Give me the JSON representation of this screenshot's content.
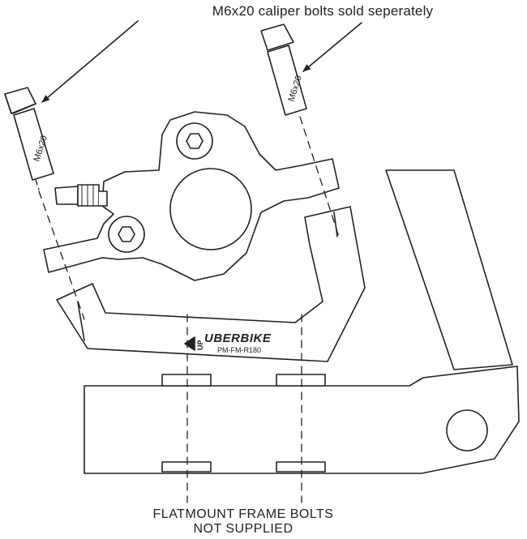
{
  "annotations": {
    "caliper_bolts_note": "M6x20 caliper bolts sold seperately",
    "frame_bolts_line1": "FLATMOUNT FRAME BOLTS",
    "frame_bolts_line2": "NOT SUPPLIED"
  },
  "bolt_label": "M6x20",
  "adapter": {
    "brand": "UBERBIKE",
    "part_number": "PM-FM-R180",
    "up_marker": "UP"
  }
}
